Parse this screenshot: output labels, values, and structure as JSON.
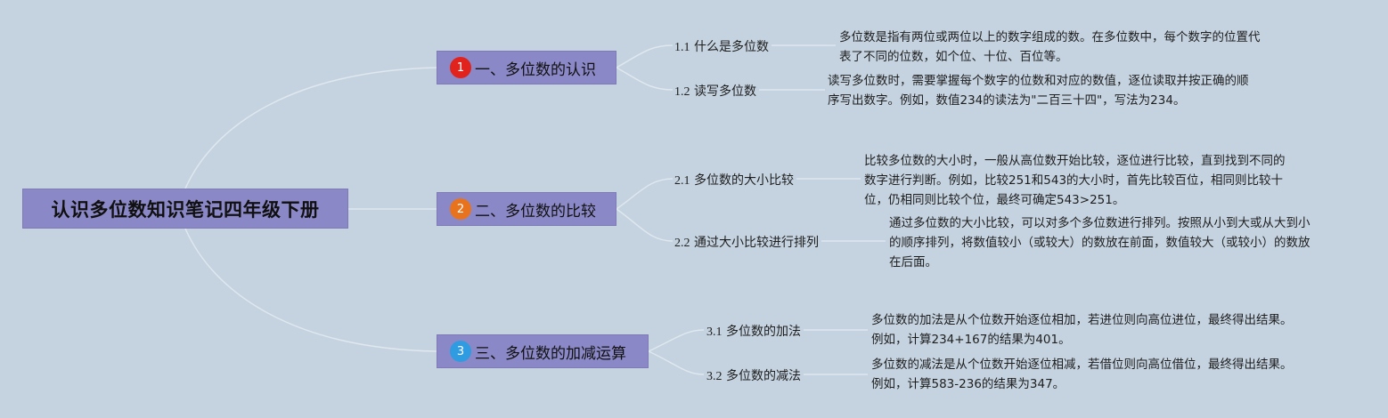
{
  "root": {
    "title": "认识多位数知识笔记四年级下册"
  },
  "topics": [
    {
      "badge": "1",
      "badge_color": "#e0231c",
      "label": "一、多位数的认识",
      "subs": [
        {
          "num": "1.1",
          "label": "什么是多位数",
          "desc": [
            "多位数是指有两位或两位以上的数字组成的数。在多位数中，每个数字的位置代",
            "表了不同的位数，如个位、十位、百位等。"
          ]
        },
        {
          "num": "1.2",
          "label": "读写多位数",
          "desc": [
            "读写多位数时，需要掌握每个数字的位数和对应的数值，逐位读取并按正确的顺",
            "序写出数字。例如，数值234的读法为\"二百三十四\"，写法为234。"
          ]
        }
      ]
    },
    {
      "badge": "2",
      "badge_color": "#e8731e",
      "label": "二、多位数的比较",
      "subs": [
        {
          "num": "2.1",
          "label": "多位数的大小比较",
          "desc": [
            "比较多位数的大小时，一般从高位数开始比较，逐位进行比较，直到找到不同的",
            "数字进行判断。例如，比较251和543的大小时，首先比较百位，相同则比较十",
            "位，仍相同则比较个位，最终可确定543>251。"
          ]
        },
        {
          "num": "2.2",
          "label": "通过大小比较进行排列",
          "desc": [
            "通过多位数的大小比较，可以对多个多位数进行排列。按照从小到大或从大到小",
            "的顺序排列，将数值较小（或较大）的数放在前面，数值较大（或较小）的数放",
            "在后面。"
          ]
        }
      ]
    },
    {
      "badge": "3",
      "badge_color": "#2f9be0",
      "label": "三、多位数的加减运算",
      "subs": [
        {
          "num": "3.1",
          "label": "多位数的加法",
          "desc": [
            "多位数的加法是从个位数开始逐位相加，若进位则向高位进位，最终得出结果。",
            "例如，计算234+167的结果为401。"
          ]
        },
        {
          "num": "3.2",
          "label": "多位数的减法",
          "desc": [
            "多位数的减法是从个位数开始逐位相减，若借位则向高位借位，最终得出结果。",
            "例如，计算583-236的结果为347。"
          ]
        }
      ]
    }
  ]
}
